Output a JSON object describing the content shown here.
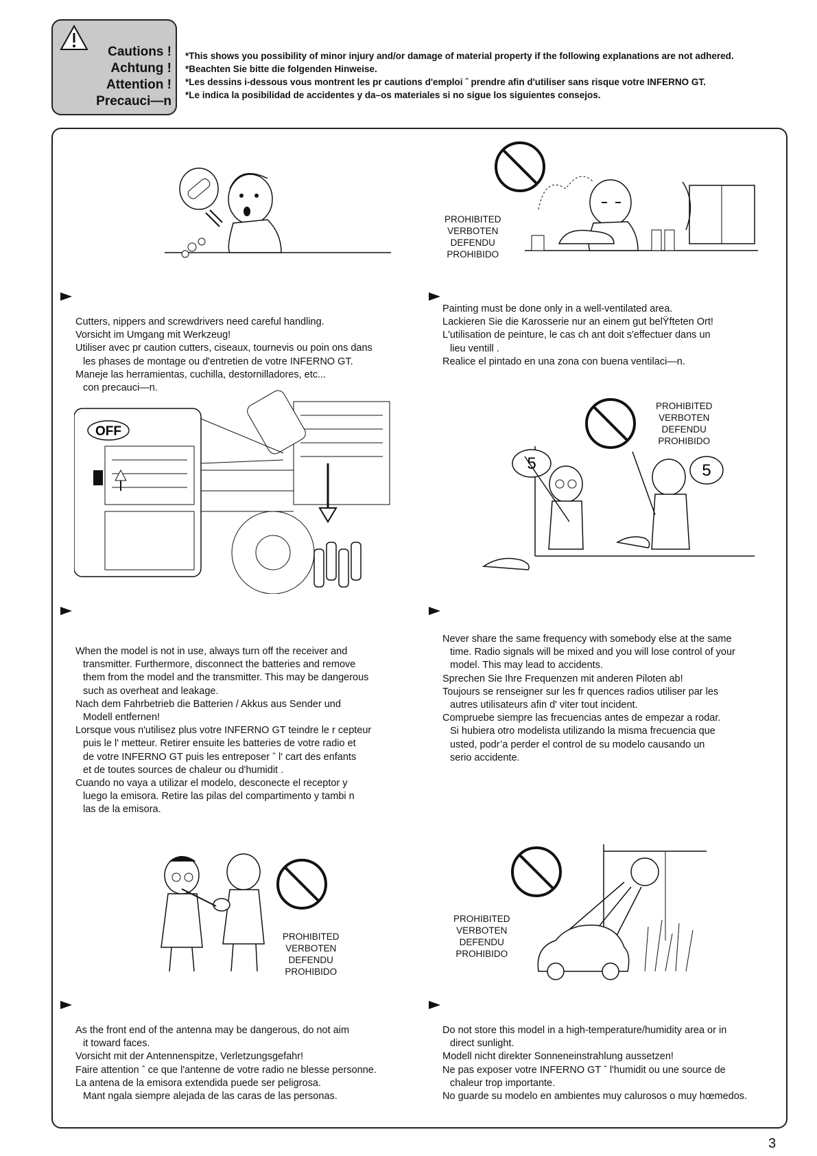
{
  "caution_header": {
    "labels": [
      "Cautions !",
      "Achtung !",
      "Attention !",
      "Precauci—n"
    ],
    "lines": [
      "*This shows you possibility of minor injury and/or damage of material property if the following explanations are not adhered.",
      "*Beachten Sie bitte die folgenden Hinweise.",
      "*Les dessins  i-dessous vous montrent les pr cautions d'emploi ˆ prendre afin d'utiliser sans risque votre INFERNO GT.",
      "*Le indica la posibilidad de accidentes y da–os materiales si no sigue los siguientes consejos."
    ]
  },
  "prohibited_lines": [
    "PROHIBITED",
    "VERBOTEN",
    "DEFENDU",
    "PROHIBIDO"
  ],
  "off_label": "OFF",
  "frequency_channel_label": "5",
  "warnings": {
    "tools": [
      "Cutters, nippers and screwdrivers need careful handling.",
      "Vorsicht im Umgang mit Werkzeug!",
      "Utiliser avec pr caution cutters, ciseaux, tournevis ou poin ons dans",
      "les phases de montage ou d'entretien de votre INFERNO GT.",
      "Maneje las herramientas, cuchilla, destornilladores, etc...",
      "con precauci—n."
    ],
    "painting": [
      "Painting must be done only in a well-ventilated area.",
      "Lackieren Sie die Karosserie nur an einem gut belŸfteten Ort!",
      "L'utilisation de peinture, le cas  ch ant doit s'effectuer dans un",
      "lieu ventill .",
      "Realice el pintado en una zona con buena ventilaci—n."
    ],
    "power_off": [
      "When the model is not in use, always turn off the receiver and",
      "transmitter. Furthermore, disconnect the batteries and remove",
      "them from the model and the transmitter. This may be dangerous",
      "such as overheat and leakage.",
      "Nach dem Fahrbetrieb die Batterien / Akkus aus Sender und",
      "Modell entfernen!",
      "Lorsque vous n'utilisez plus votre INFERNO GT teindre le r cepteur",
      "puis le l' metteur. Retirer ensuite les batteries de votre radio et",
      "de votre INFERNO GT puis les entreposer ˆ l' cart des enfants",
      "et de toutes sources de chaleur ou d'humidit .",
      "Cuando no  vaya a utilizar el modelo, desconecte el receptor y",
      "luego la emisora. Retire las pilas del compartimento y tambi n",
      "las de la emisora."
    ],
    "frequency": [
      "Never share the same frequency with somebody else at the same",
      "time. Radio signals will be mixed and you will lose control of your",
      "model. This may lead to accidents.",
      "Sprechen Sie Ihre Frequenzen mit anderen Piloten ab!",
      "Toujours se renseigner sur les fr quences radios utiliser par les",
      "autres utilisateurs afin d' viter tout incident.",
      "Compruebe siempre las frecuencias antes de empezar a rodar.",
      "Si hubiera otro modelista utilizando la misma frecuencia que",
      "usted, podr’a perder el control de su modelo causando un",
      "serio accidente."
    ],
    "antenna": [
      "As the front end of the antenna may be dangerous, do not aim",
      "it toward faces.",
      "Vorsicht mit der Antennenspitze, Verletzungsgefahr!",
      "Faire attention ˆ ce que l'antenne de votre radio ne blesse personne.",
      "La antena de la emisora extendida puede ser peligrosa.",
      "Mant ngala siempre alejada de las caras de las personas."
    ],
    "storage": [
      "Do not store this model in a high-temperature/humidity area or in",
      "direct sunlight.",
      "Modell nicht direkter Sonneneinstrahlung aussetzen!",
      "Ne pas exposer votre INFERNO GT ˆ l'humidit  ou une source de",
      "chaleur trop importante.",
      "No guarde su modelo en ambientes muy calurosos o muy hœmedos."
    ]
  },
  "page_number": "3"
}
